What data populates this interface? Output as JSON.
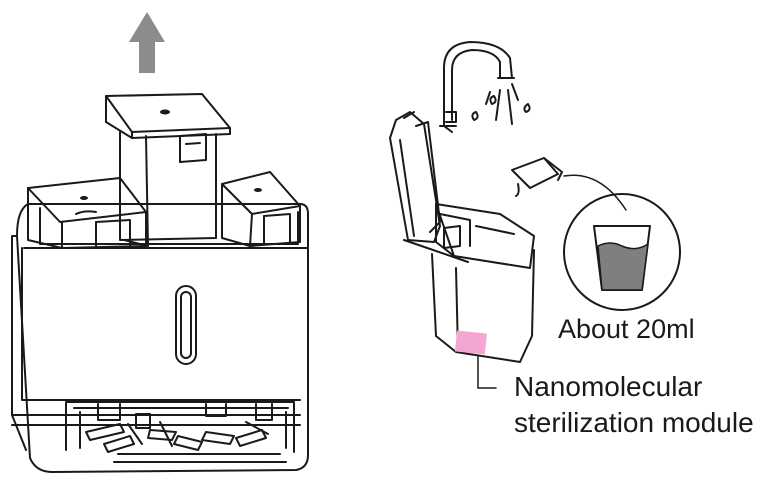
{
  "labels": {
    "volume": "About 20ml",
    "module_line1": "Nanomolecular",
    "module_line2": "sterilization module"
  },
  "colors": {
    "line": "#1a1a1a",
    "arrow": "#8c8c8c",
    "water": "#7f7f7f",
    "module_pad": "#f4a6d2"
  },
  "icons": {
    "lift_arrow": "arrow-up-icon",
    "faucet": "faucet-icon",
    "cup": "cup-icon"
  }
}
